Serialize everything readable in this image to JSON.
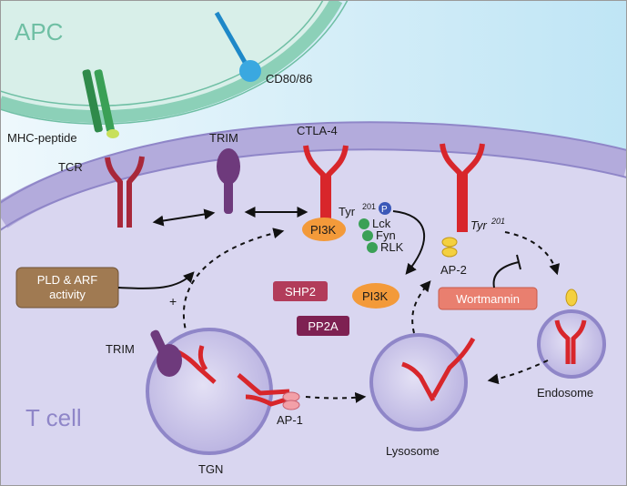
{
  "regions": {
    "apc": "APC",
    "tcell": "T cell"
  },
  "molecules": {
    "cd80": "CD80/86",
    "mhc": "MHC-peptide",
    "tcr": "TCR",
    "trim_top": "TRIM",
    "ctla4": "CTLA-4",
    "tyr_left": "Tyr",
    "tyr_left_sup": "201",
    "phospho": "P",
    "lck": "Lck",
    "fyn": "Fyn",
    "rlk": "RLK",
    "pi3k_left": "PI3K",
    "tyr_right": "Tyr",
    "tyr_right_sup": "201",
    "ap2": "AP-2",
    "pi3k_mid": "PI3K",
    "trim_bottom": "TRIM",
    "ap1": "AP-1",
    "plus": "+"
  },
  "boxes": {
    "pld": [
      "PLD & ARF",
      "activity"
    ],
    "shp2": "SHP2",
    "pp2a": "PP2A",
    "wortmannin": "Wortmannin"
  },
  "organelles": {
    "tgn": "TGN",
    "lysosome": "Lysosome",
    "endosome": "Endosome"
  },
  "colors": {
    "tcell_fill": "#d9d6f0",
    "membrane": "#9a91cf",
    "apc_membrane": "#8cd0b8",
    "sky": "#cfe9f5",
    "ctla4_red": "#d8262b",
    "tcr_red": "#a8283a",
    "trim_purple": "#6e3a7c",
    "pi3k_orange": "#f39a3a",
    "pld_brown": "#a07a52",
    "shp2_red": "#b23c5a",
    "pp2a_maroon": "#7e2152",
    "wortmannin_salmon": "#e97f6f"
  }
}
